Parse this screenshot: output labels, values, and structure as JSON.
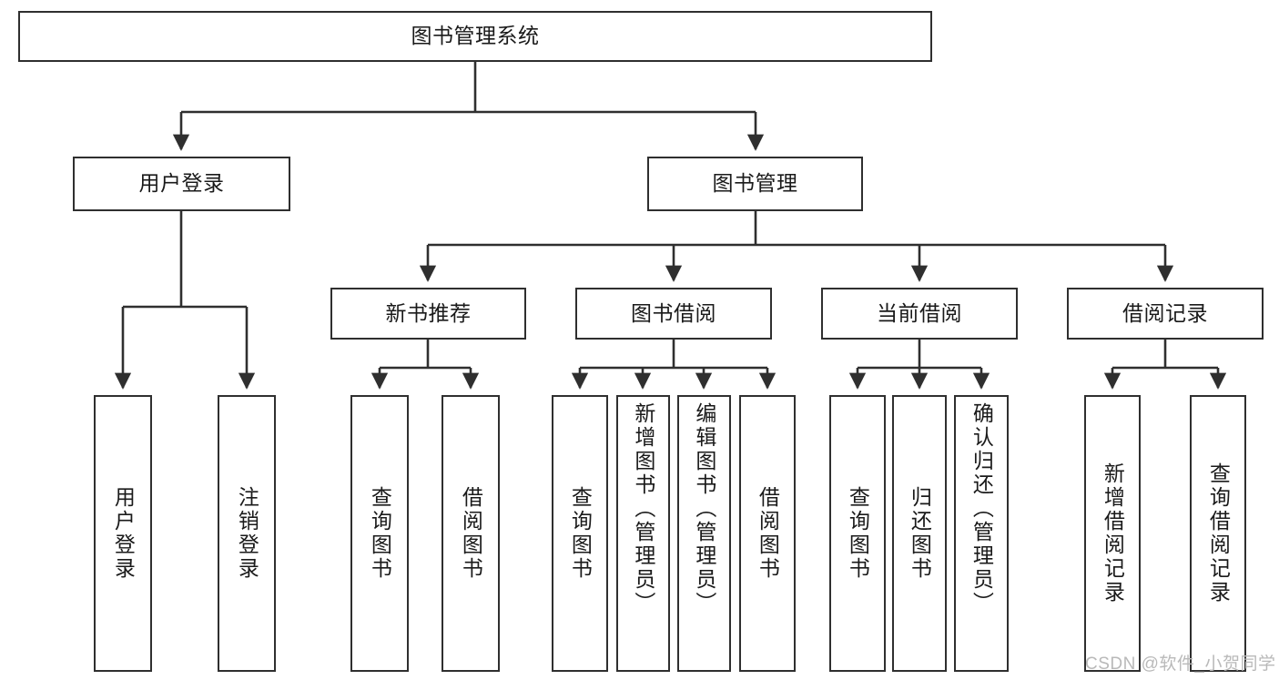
{
  "diagram": {
    "title": "图书管理系统",
    "root": {
      "label": "图书管理系统"
    },
    "level1": [
      {
        "label": "用户登录"
      },
      {
        "label": "图书管理"
      }
    ],
    "level2": [
      {
        "label": "新书推荐"
      },
      {
        "label": "图书借阅"
      },
      {
        "label": "当前借阅"
      },
      {
        "label": "借阅记录"
      }
    ],
    "leaves": {
      "user_login": [
        {
          "label": "用户登录"
        },
        {
          "label": "注销登录"
        }
      ],
      "new_book_recommend": [
        {
          "label": "查询图书"
        },
        {
          "label": "借阅图书"
        }
      ],
      "book_borrow": [
        {
          "label": "查询图书"
        },
        {
          "label": "新增图书（管理员）"
        },
        {
          "label": "编辑图书（管理员）"
        },
        {
          "label": "借阅图书"
        }
      ],
      "current_borrow": [
        {
          "label": "查询图书"
        },
        {
          "label": "归还图书"
        },
        {
          "label": "确认归还（管理员）"
        }
      ],
      "borrow_record": [
        {
          "label": "新增借阅记录"
        },
        {
          "label": "查询借阅记录"
        }
      ]
    }
  },
  "watermark": {
    "text": "CSDN @软件_小贺同学"
  },
  "colors": {
    "box_border": "#2f2f2f",
    "box_fill": "#ffffff",
    "connector": "#2f2f2f",
    "text": "#1a1a1a",
    "watermark": "#b9b9b9"
  }
}
